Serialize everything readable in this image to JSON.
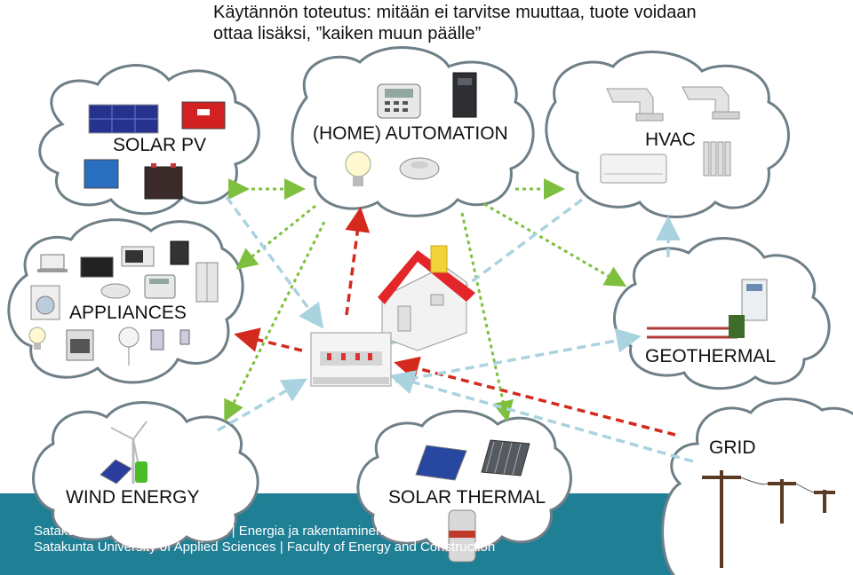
{
  "title": {
    "line1": "Käytännön toteutus: mitään ei tarvitse muuttaa, tuote voidaan",
    "line2": "ottaa lisäksi, ”kaiken muun päälle”"
  },
  "nodes": {
    "solar_pv": "SOLAR PV",
    "home_automation": "(HOME) AUTOMATION",
    "hvac": "HVAC",
    "appliances": "APPLIANCES",
    "geothermal": "GEOTHERMAL",
    "grid": "GRID",
    "wind_energy": "WIND ENERGY",
    "solar_thermal": "SOLAR THERMAL"
  },
  "footer": {
    "line1": "Satakunnan ammattikorkeakoulu  |  Energia ja rakentaminen",
    "line2": "Satakunta University of Applied Sciences  |  Faculty of Energy and Construction"
  },
  "colors": {
    "footer": "#1f7f95",
    "arrow_red": "#d42a1e",
    "arrow_green": "#7fbf3f",
    "arrow_blue": "#a9d3df",
    "cloud_stroke": "#6f7f87",
    "house_roof": "#e3262a"
  }
}
